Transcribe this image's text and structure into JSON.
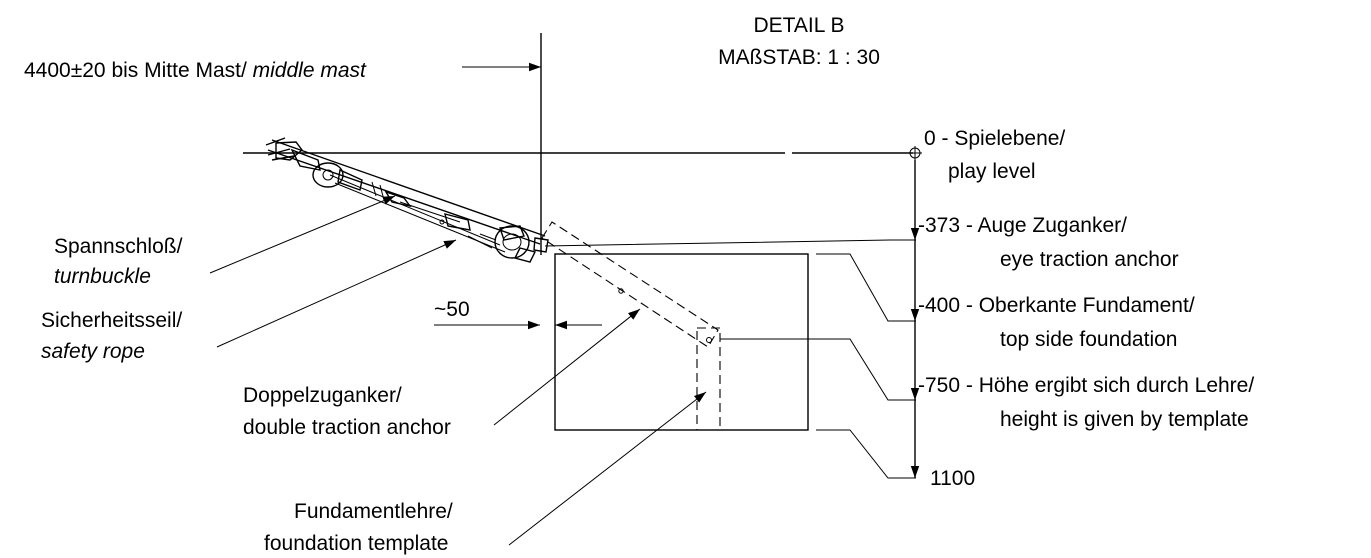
{
  "title": {
    "line1": "DETAIL B",
    "line2": "MAßSTAB: 1 : 30"
  },
  "dimension_mast": {
    "value": "4400±20",
    "text_de": " bis Mitte Mast/ ",
    "text_en": "middle mast"
  },
  "approx_dimension": "~50",
  "callouts": {
    "turnbuckle": {
      "de": "Spannschloß/",
      "en": "turnbuckle"
    },
    "safety_rope": {
      "de": "Sicherheitsseil/",
      "en": "safety rope"
    },
    "traction_anchor": {
      "de": "Doppelzuganker/",
      "en": "double traction anchor"
    },
    "template": {
      "de": "Fundamentlehre/",
      "en": "foundation template"
    }
  },
  "levels": [
    {
      "line1": "0 - Spielebene/",
      "line2": "play level"
    },
    {
      "line1": "-373 - Auge Zuganker/",
      "line2": "eye traction anchor"
    },
    {
      "line1": "-400 - Oberkante Fundament/",
      "line2": "top side foundation"
    },
    {
      "line1": "-750 - Höhe ergibt sich durch Lehre/",
      "line2": "height is given by template"
    },
    {
      "line1": "1100",
      "line2": ""
    }
  ]
}
